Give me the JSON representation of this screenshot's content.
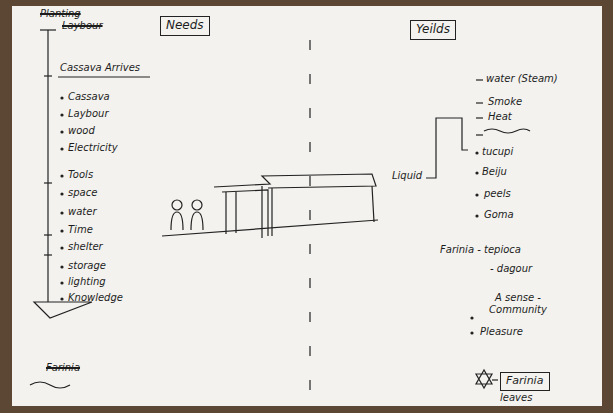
{
  "diagram": {
    "nodes": [
      {
        "text": [
          "Needs"
        ]
      },
      {
        "text": [
          "Yeilds"
        ]
      },
      {
        "text": [
          "Farinia"
        ]
      }
    ],
    "labels": [
      "Planting",
      "Laybour",
      "Cassava Arrives",
      "Cassava",
      "Laybour",
      "wood",
      "Electricity",
      "Tools",
      "space",
      "water",
      "Time",
      "shelter",
      "storage",
      "lighting",
      "Knowledge",
      "Farinia",
      "water (Steam)",
      "Smoke",
      "Heat",
      "tucupi",
      "Beiju",
      "peels",
      "Goma",
      "Liquid",
      "Farinia - tepioca",
      "- dagour",
      "A sense - Community",
      "Pleasure",
      "leaves"
    ]
  }
}
